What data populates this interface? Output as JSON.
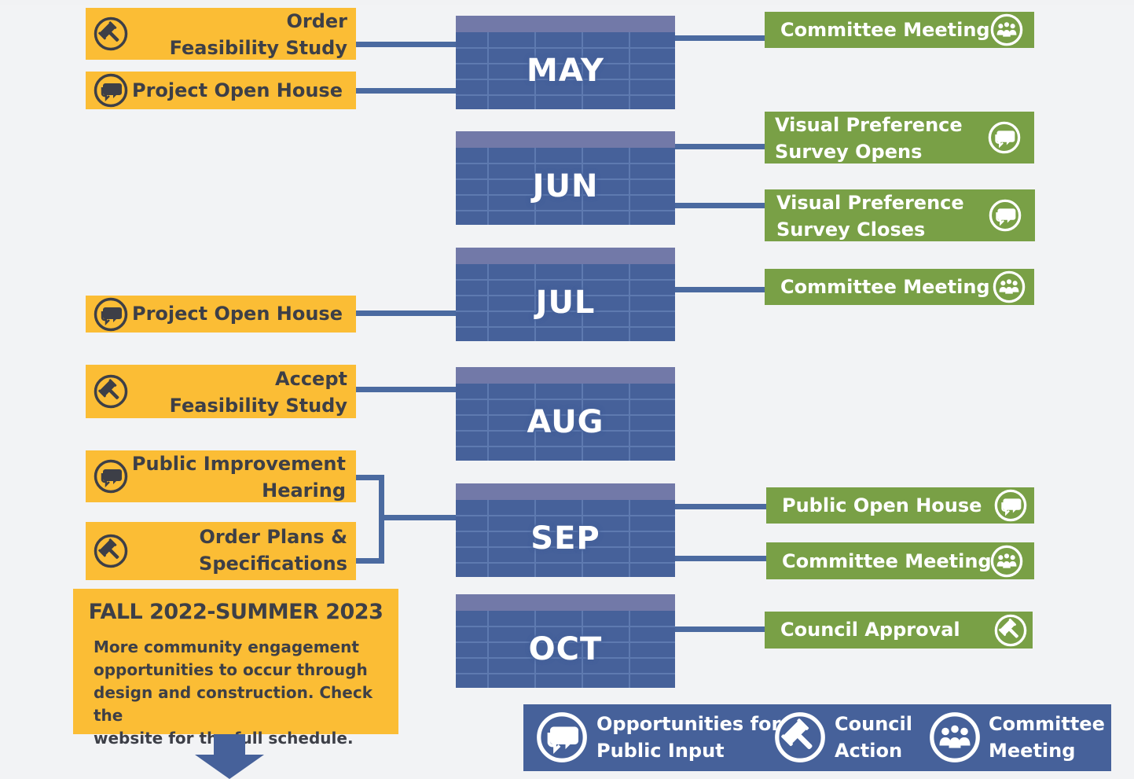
{
  "colors": {
    "yellow": "#fbbd35",
    "green": "#79a046",
    "blue": "#46619a",
    "blue_header": "#7279a8",
    "connector": "#4b6aa0",
    "dark_text": "#3d3f47"
  },
  "months": [
    "MAY",
    "JUN",
    "JUL",
    "AUG",
    "SEP",
    "OCT"
  ],
  "left_items": [
    {
      "line1": "Order",
      "line2": "Feasibility Study",
      "icon": "gavel-icon"
    },
    {
      "line1": "Project Open House",
      "icon": "speech-bubble-icon"
    },
    {
      "line1": "Project Open House",
      "icon": "speech-bubble-icon"
    },
    {
      "line1": "Accept",
      "line2": "Feasibility Study",
      "icon": "gavel-icon"
    },
    {
      "line1": "Public Improvement",
      "line2": "Hearing",
      "icon": "speech-bubble-icon"
    },
    {
      "line1": "Order Plans &",
      "line2": "Specifications",
      "icon": "gavel-icon"
    }
  ],
  "right_items": [
    {
      "line1": "Committee Meeting",
      "icon": "group-icon"
    },
    {
      "line1": "Visual Preference",
      "line2": "Survey Opens",
      "icon": "speech-bubble-icon"
    },
    {
      "line1": "Visual Preference",
      "line2": "Survey Closes",
      "icon": "speech-bubble-icon"
    },
    {
      "line1": "Committee Meeting",
      "icon": "group-icon"
    },
    {
      "line1": "Public Open House",
      "icon": "speech-bubble-icon"
    },
    {
      "line1": "Committee Meeting",
      "icon": "group-icon"
    },
    {
      "line1": "Council Approval",
      "icon": "gavel-icon"
    }
  ],
  "fall": {
    "heading": "FALL 2022-SUMMER 2023",
    "line1": "More community engagement",
    "line2": "opportunities to occur through",
    "line3": "design and construction. Check the",
    "line4": "website for the full schedule."
  },
  "legend": [
    {
      "line1": "Opportunities for",
      "line2": "Public Input",
      "icon": "speech-bubble-icon"
    },
    {
      "line1": "Council",
      "line2": "Action",
      "icon": "gavel-icon"
    },
    {
      "line1": "Committee",
      "line2": "Meeting",
      "icon": "group-icon"
    }
  ]
}
